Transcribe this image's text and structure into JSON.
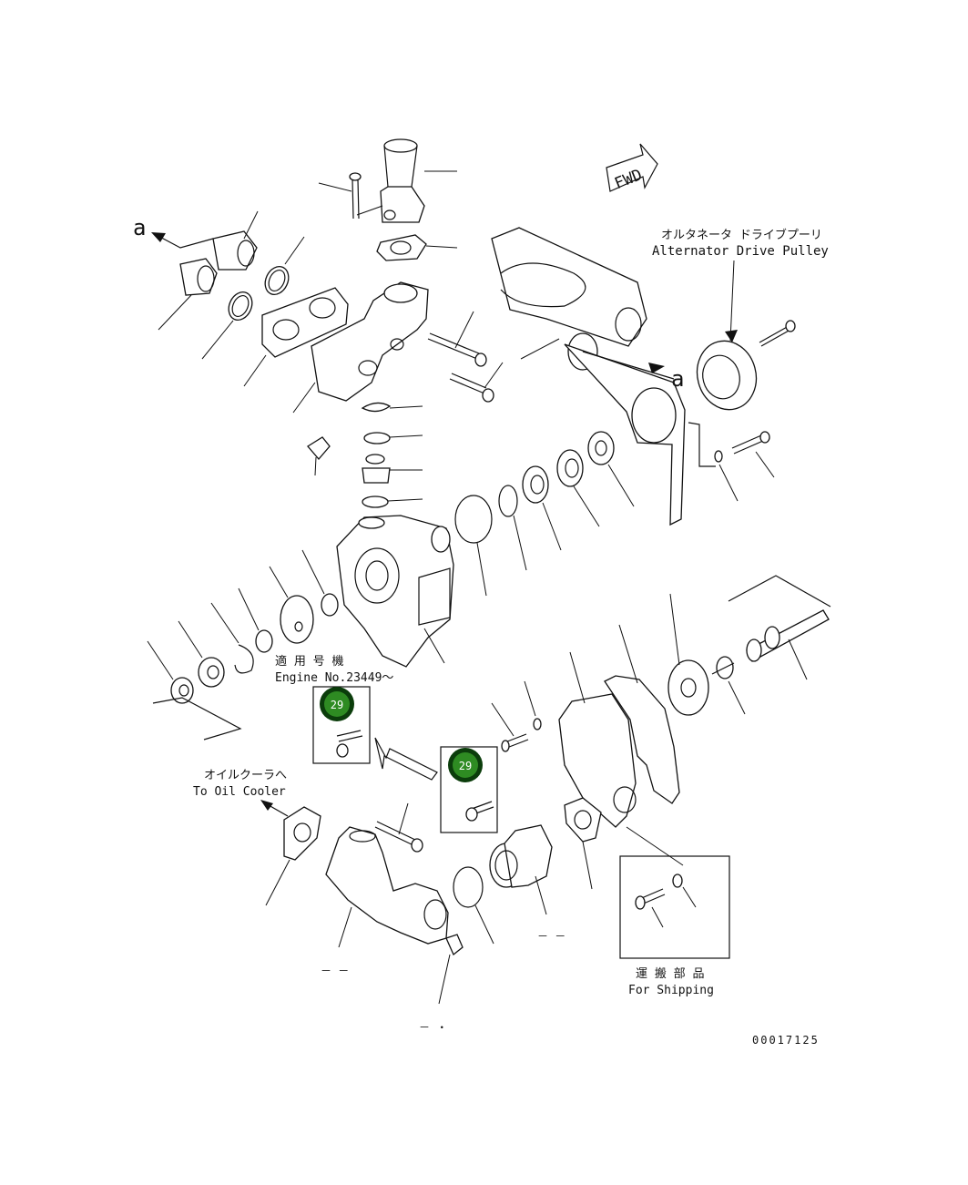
{
  "labels": {
    "fwd": "FWD",
    "view_a_left": "a",
    "view_a_right": "a",
    "alternator_jp": "オルタネータ ドライブプーリ",
    "alternator_en": "Alternator Drive Pulley",
    "engine_jp": "適 用 号 機",
    "engine_en": "Engine No.23449～",
    "oil_cooler_jp": "オイルクーラへ",
    "oil_cooler_en": "To Oil Cooler",
    "shipping_jp": "運 搬 部 品",
    "shipping_en": "For Shipping",
    "dash_1": "－ －",
    "dash_2": "－ －",
    "dash_3": "－ ・",
    "drawing_no": "00017125"
  },
  "callouts": [
    {
      "number": "29",
      "color": "#2e8b22",
      "ring": "#0b3d0b"
    },
    {
      "number": "29",
      "color": "#2e8b22",
      "ring": "#0b3d0b"
    }
  ]
}
